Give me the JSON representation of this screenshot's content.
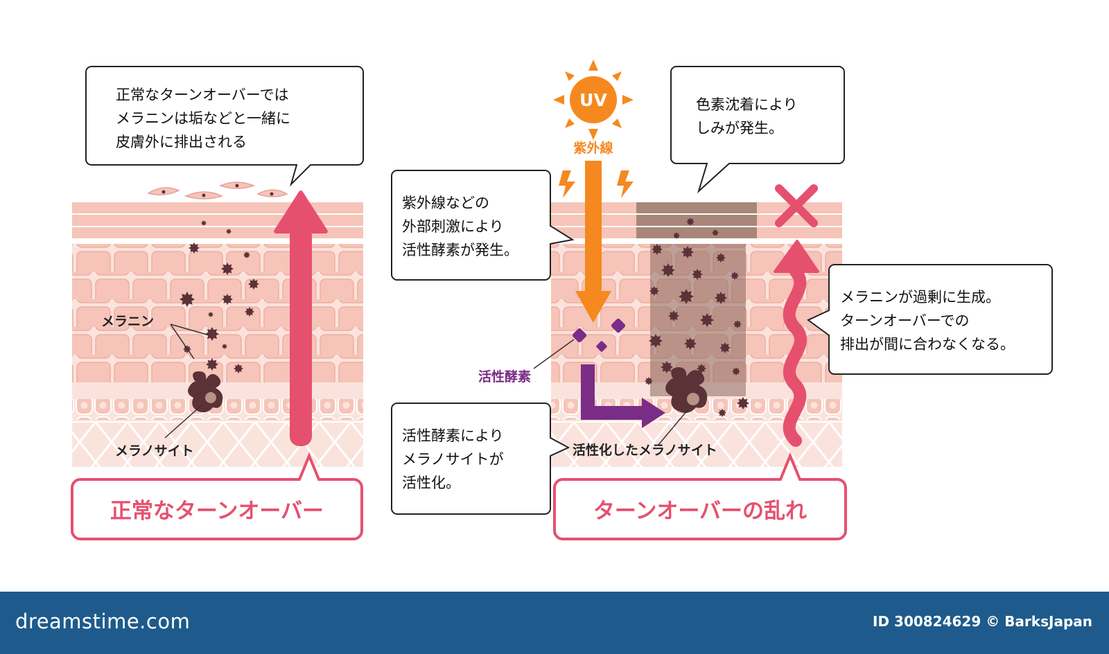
{
  "left_panel": {
    "bubble_lines": [
      "正常なターンオーバーでは",
      "メラニンは垢などと一緒に",
      "皮膚外に排出される"
    ],
    "label_melanin": "メラニン",
    "label_melanocyte": "メラノサイト",
    "title": "正常なターンオーバー"
  },
  "right_panel": {
    "uv_text": "UV",
    "uv_label": "紫外線",
    "bubble_stimulus_lines": [
      "紫外線などの",
      "外部刺激により",
      "活性酵素が発生。"
    ],
    "label_active_oxygen": "活性酵素",
    "bubble_activation_lines": [
      "活性酵素により",
      "メラノサイトが",
      "活性化。"
    ],
    "label_activated_melanocyte": "活性化したメラノサイト",
    "bubble_pigment_lines": [
      "色素沈着により",
      "しみが発生。"
    ],
    "bubble_excess_lines": [
      "メラニンが過剰に生成。",
      "ターンオーバーでの",
      "排出が間に合わなくなる。"
    ],
    "title": "ターンオーバーの乱れ"
  },
  "footer": {
    "logo": "dreamstime.com",
    "credit": "ID 300824629 © BarksJapan"
  },
  "colors": {
    "accent_pink": "#e6506f",
    "skin_light": "#fbe3dd",
    "skin_cell": "#f6c4b8",
    "melanin_dark": "#5a3238",
    "uv_orange": "#f5891f",
    "active_purple": "#7a2d86",
    "footer_blue": "#1e5b8c"
  }
}
